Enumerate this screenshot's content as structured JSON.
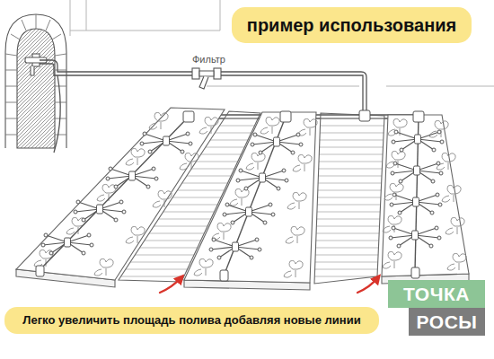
{
  "diagram": {
    "title": "пример использования",
    "caption": "Легко увеличить площадь полива добавляя новые линии",
    "nodes": [
      {
        "text": [
          "ТОЧКА"
        ]
      },
      {
        "text": [
          "РОСЫ"
        ]
      }
    ],
    "labels": [
      "Фильтр"
    ]
  }
}
